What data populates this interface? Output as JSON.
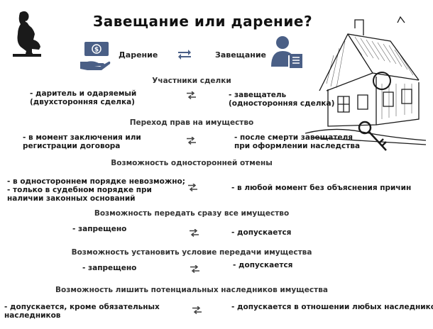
{
  "title": "Завещание или дарение?",
  "header": {
    "left": "Дарение",
    "right": "Завещание",
    "left_icon": "money-hand-icon",
    "right_icon": "person-document-icon"
  },
  "accent_color": "#4a5f86",
  "sections": [
    {
      "topic": "Участники сделки",
      "left": "- даритель и одаряемый\n(двухсторонняя сделка)",
      "right": "- завещатель\n(односторонняя сделка)"
    },
    {
      "topic": "Переход прав на имущество",
      "left": "- в момент заключения или\nрегистрации договора",
      "right": "- после смерти завещателя\nпри оформлении наследства"
    },
    {
      "topic": "Возможность односторонней отмены",
      "left": "- в одностороннем порядке невозможно;\n- только в судебном порядке при\nналичии законных оснований",
      "right": "- в любой момент без объяснения причин"
    },
    {
      "topic": "Возможность передать сразу все имущество",
      "left": "- запрещено",
      "right": "- допускается"
    },
    {
      "topic": "Возможность установить условие передачи имущества",
      "left": "- запрещено",
      "right": "- допускается"
    },
    {
      "topic": "Возможность лишить потенциальных наследников имущества",
      "left": "- допускается, кроме обязательных\nнаследников",
      "right": "- допускается в отношении любых наследников"
    }
  ]
}
